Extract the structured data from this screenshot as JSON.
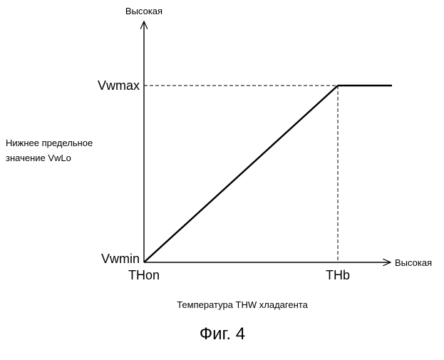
{
  "figure": {
    "caption": "Фиг. 4"
  },
  "chart_data": {
    "type": "line",
    "xlabel": "Температура THW хладагента",
    "x_axis_end_label": "Высокая",
    "y_axis_end_label": "Высокая",
    "ylabel_line1": "Нижнее предельное",
    "ylabel_line2": "значение VwLo",
    "x_ticks": [
      "THon",
      "THb"
    ],
    "y_ticks": [
      "Vwmin",
      "Vwmax"
    ],
    "series": [
      {
        "points": [
          [
            "THon",
            "Vwmin"
          ],
          [
            "THb",
            "Vwmax"
          ],
          [
            "Высокая",
            "Vwmax"
          ]
        ]
      }
    ],
    "guides": [
      "dashed line at Vwmax",
      "dashed line at THb"
    ]
  }
}
